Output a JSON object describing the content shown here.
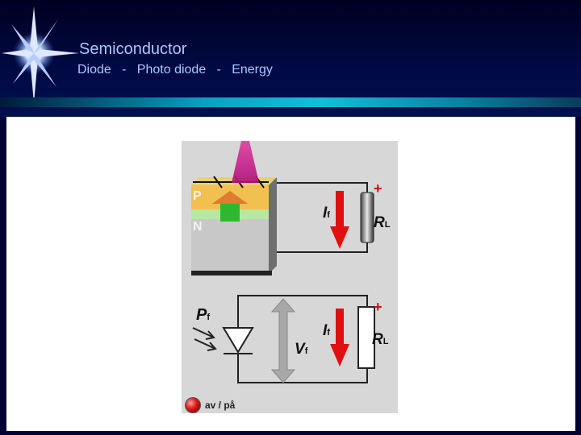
{
  "header": {
    "title": "Semiconductor",
    "subtitle": "Diode   -   Photo diode   -   Energy"
  },
  "diagram": {
    "layer_p": "P",
    "layer_n": "N",
    "current_top": "I",
    "current_top_sub": "f",
    "load_top": "R",
    "load_top_sub": "L",
    "plus_top": "+",
    "power_label": "P",
    "power_sub": "f",
    "voltage_label": "V",
    "voltage_sub": "f",
    "current_bottom": "I",
    "current_bottom_sub": "f",
    "load_bottom": "R",
    "load_bottom_sub": "L",
    "plus_bottom": "+",
    "toggle_label": "av / på"
  },
  "colors": {
    "background": "#000033",
    "title_text": "#a8c8ff",
    "accent_bar": "#10c0d8",
    "arrow_red": "#e01010",
    "light_beam": "#d0208c"
  }
}
